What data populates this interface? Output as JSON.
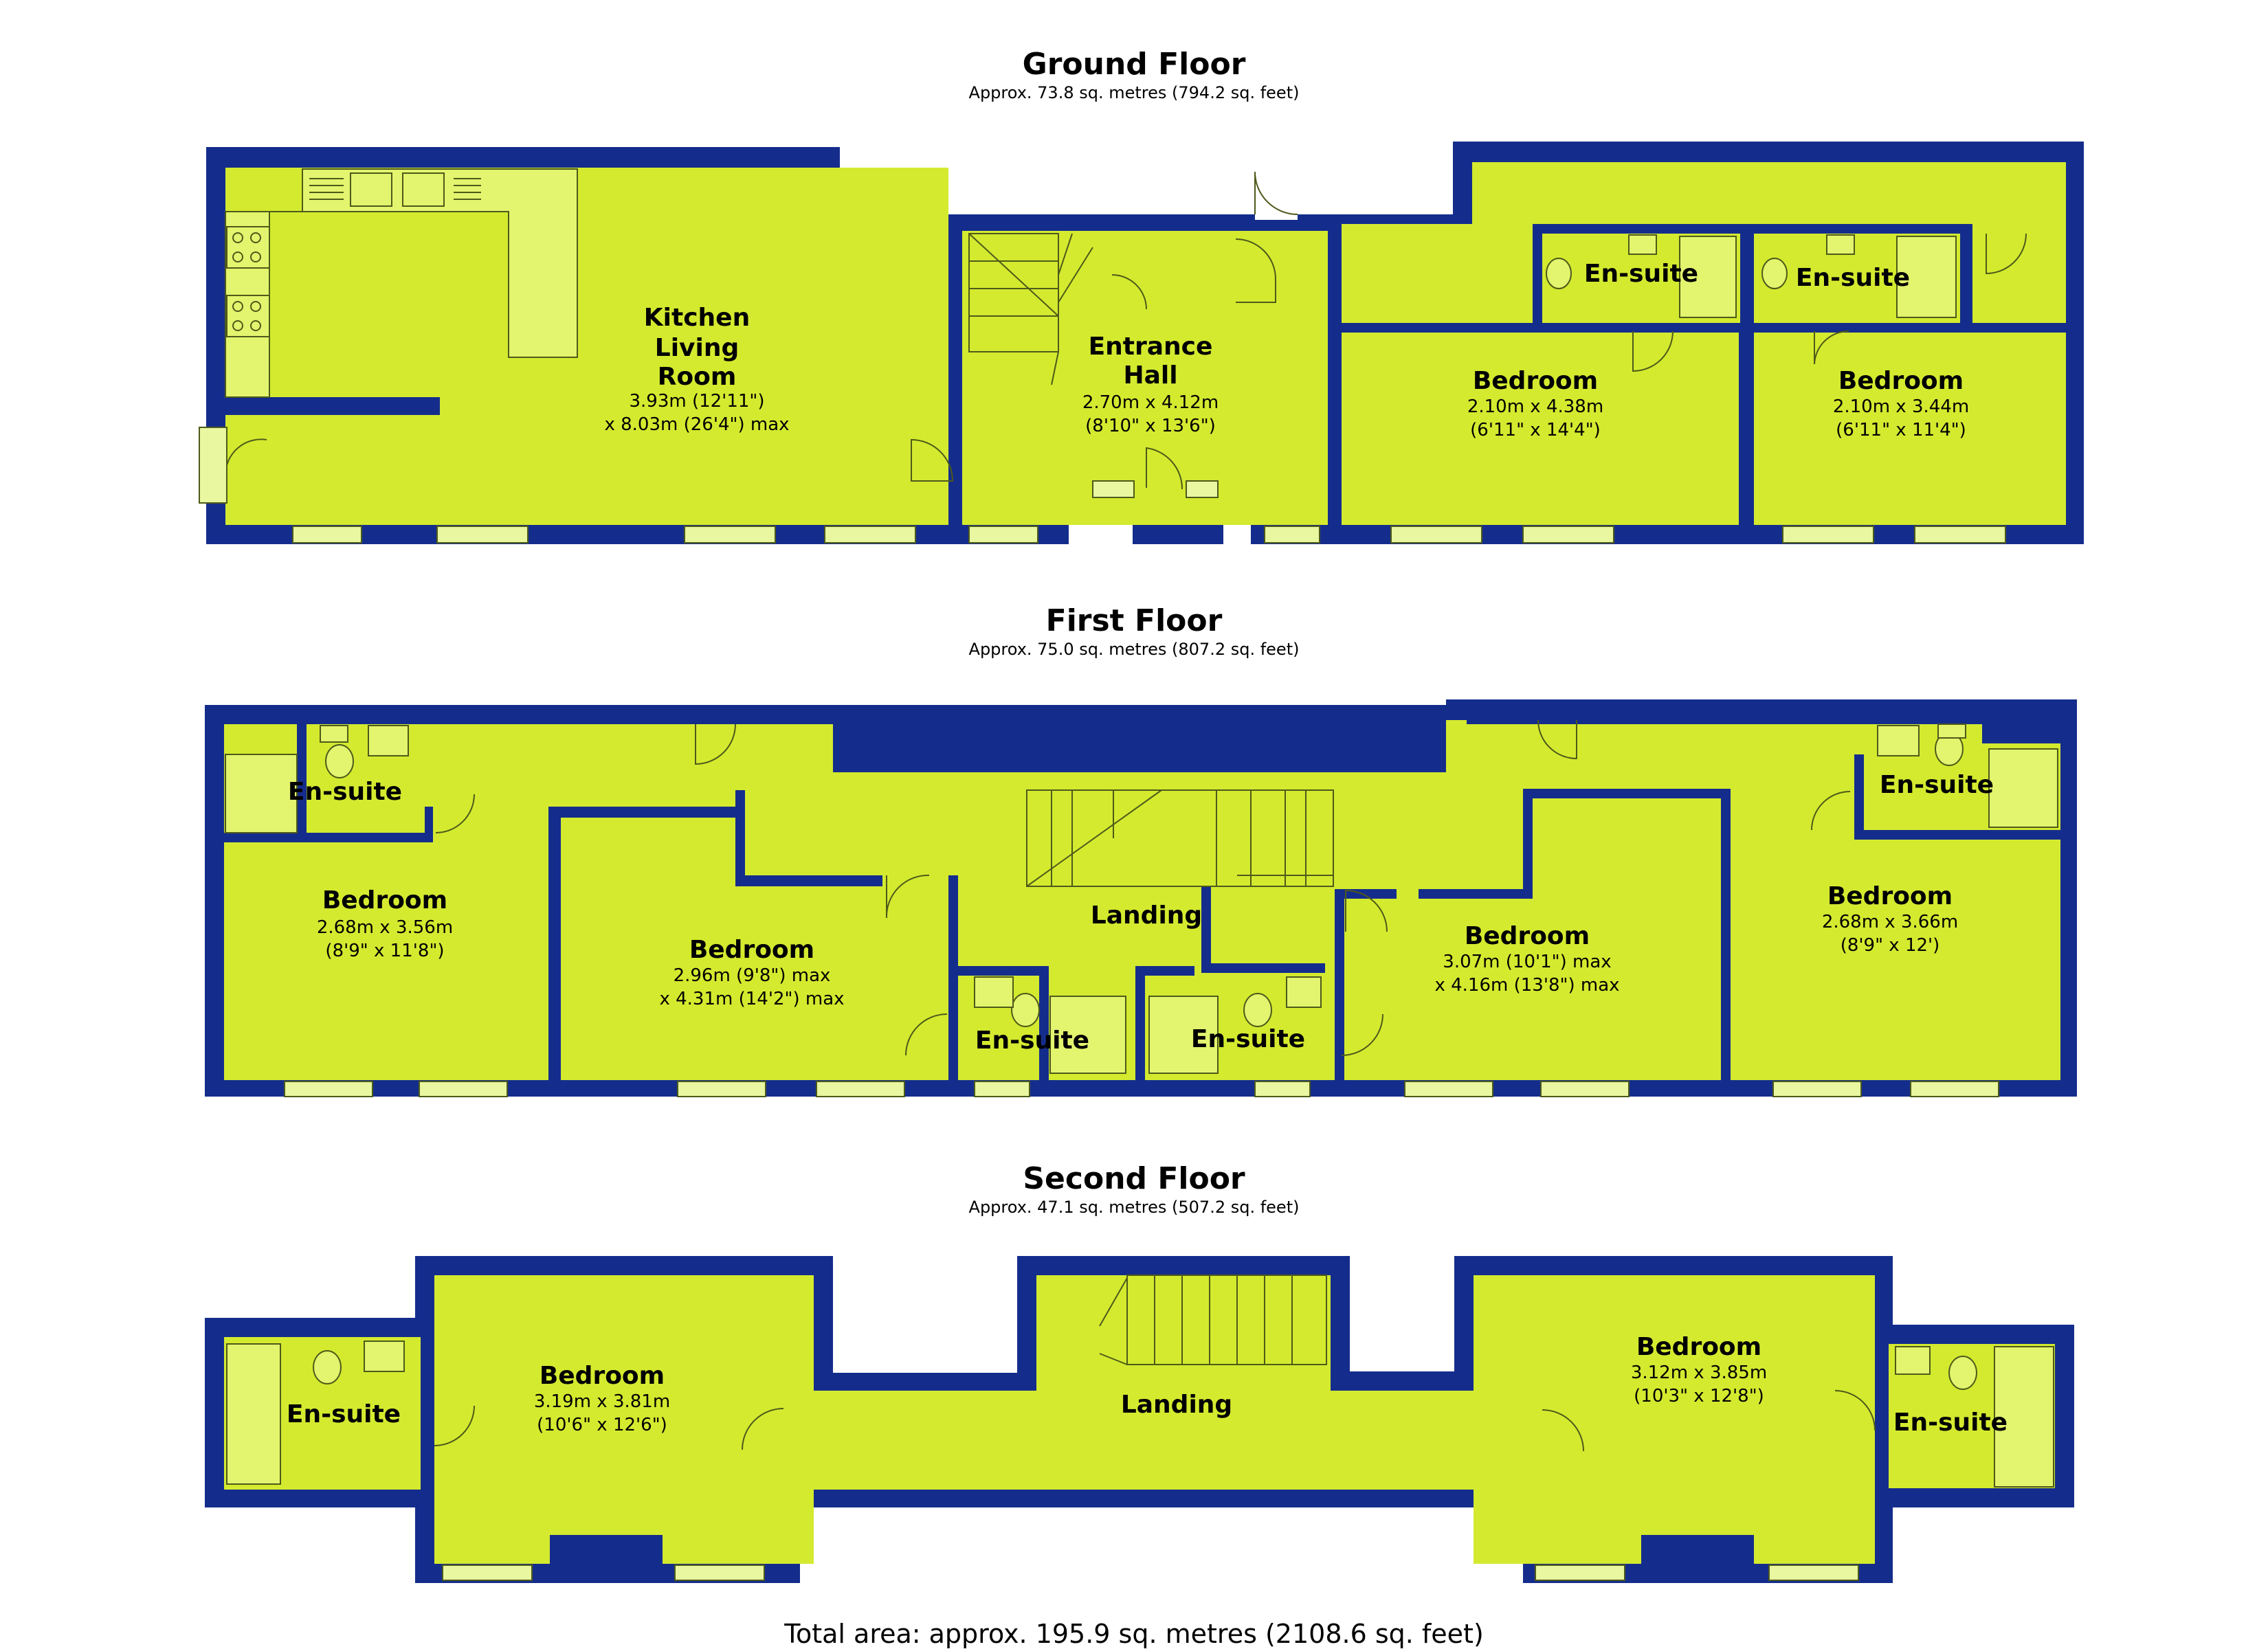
{
  "floors": [
    {
      "title": "Ground Floor",
      "area": "Approx. 73.8 sq. metres (794.2 sq. feet)",
      "rooms": [
        {
          "name_lines": [
            "Kitchen",
            "Living",
            "Room"
          ],
          "dims": [
            "3.93m (12'11\")",
            "x 8.03m (26'4\") max"
          ]
        },
        {
          "name_lines": [
            "Entrance",
            "Hall"
          ],
          "dims": [
            "2.70m x 4.12m",
            "(8'10\" x 13'6\")"
          ]
        },
        {
          "name_lines": [
            "Bedroom"
          ],
          "dims": [
            "2.10m x 4.38m",
            "(6'11\" x 14'4\")"
          ]
        },
        {
          "name_lines": [
            "Bedroom"
          ],
          "dims": [
            "2.10m x 3.44m",
            "(6'11\" x 11'4\")"
          ]
        },
        {
          "name_lines": [
            "En-suite"
          ],
          "dims": []
        },
        {
          "name_lines": [
            "En-suite"
          ],
          "dims": []
        }
      ]
    },
    {
      "title": "First Floor",
      "area": "Approx. 75.0 sq. metres (807.2 sq. feet)",
      "rooms": [
        {
          "name_lines": [
            "En-suite"
          ],
          "dims": []
        },
        {
          "name_lines": [
            "Bedroom"
          ],
          "dims": [
            "2.68m x 3.56m",
            "(8'9\" x 11'8\")"
          ]
        },
        {
          "name_lines": [
            "Bedroom"
          ],
          "dims": [
            "2.96m (9'8\") max",
            "x 4.31m (14'2\") max"
          ]
        },
        {
          "name_lines": [
            "Landing"
          ],
          "dims": []
        },
        {
          "name_lines": [
            "En-suite"
          ],
          "dims": []
        },
        {
          "name_lines": [
            "En-suite"
          ],
          "dims": []
        },
        {
          "name_lines": [
            "Bedroom"
          ],
          "dims": [
            "3.07m (10'1\") max",
            "x 4.16m (13'8\") max"
          ]
        },
        {
          "name_lines": [
            "En-suite"
          ],
          "dims": []
        },
        {
          "name_lines": [
            "Bedroom"
          ],
          "dims": [
            "2.68m x 3.66m",
            "(8'9\" x 12')"
          ]
        }
      ]
    },
    {
      "title": "Second Floor",
      "area": "Approx. 47.1 sq. metres (507.2 sq. feet)",
      "rooms": [
        {
          "name_lines": [
            "En-suite"
          ],
          "dims": []
        },
        {
          "name_lines": [
            "Bedroom"
          ],
          "dims": [
            "3.19m x 3.81m",
            "(10'6\" x 12'6\")"
          ]
        },
        {
          "name_lines": [
            "Landing"
          ],
          "dims": []
        },
        {
          "name_lines": [
            "Bedroom"
          ],
          "dims": [
            "3.12m x 3.85m",
            "(10'3\" x 12'8\")"
          ]
        },
        {
          "name_lines": [
            "En-suite"
          ],
          "dims": []
        }
      ]
    }
  ],
  "total_area": "Total area: approx. 195.9 sq. metres (2108.6 sq. feet)",
  "colors": {
    "wall": "#142d8c",
    "room": "#d4ea2f",
    "fixture": "#e3f46e"
  }
}
